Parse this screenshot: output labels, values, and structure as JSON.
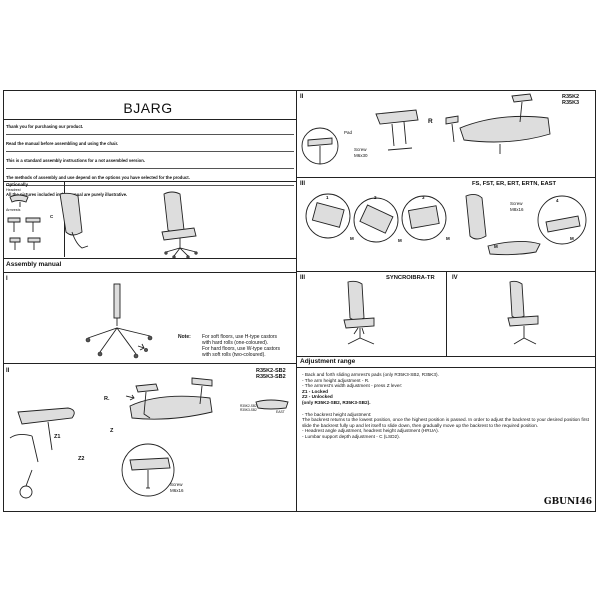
{
  "title": "BJARG",
  "intro": [
    "Thank you for purchasing our product.",
    "Read the manual before assembling and using the chair.",
    "This is a standard assembly instructions for a not assembled version.",
    "The methods of assembly and use depend on the options you have selected for the product.",
    "All the pictures included in the manual are purely illustrative."
  ],
  "optionally": {
    "label": "Optionally",
    "headrest": "Headrest",
    "armrests": "Armrests",
    "c_mark": "C"
  },
  "assembly_manual": "Assembly manual",
  "step1": {
    "roman": "I",
    "note_label": "Note:",
    "note_lines": [
      "For soft floors, use H-type castors",
      "with hard rolls (one-coloured).",
      "For hard floors, use W-type castors",
      "with soft rolls (two-coloured)."
    ]
  },
  "step2_left": {
    "roman": "II",
    "models": [
      "R35K2-SB2",
      "R35K3-SB2"
    ],
    "r_mark": "R.",
    "z1": "Z1",
    "z2": "Z2",
    "z": "Z",
    "screw": "Screw",
    "screw_size": "M6x16",
    "east": "EAST",
    "small_models": [
      "R35K2-SB2",
      "R35K3-SB2"
    ]
  },
  "step2_right": {
    "roman": "II",
    "models": [
      "R35K2",
      "R35K3"
    ],
    "r_mark": "R",
    "pad": "Pad",
    "screw": "Screw",
    "screw_size": "M6x30"
  },
  "step3a": {
    "roman": "III",
    "models": "FS, FST, ER, ERT, ERTN, EAST",
    "steps": [
      "1",
      "2",
      "3",
      "4"
    ],
    "m_mark": "M",
    "screw": "Screw",
    "screw_size": "M8x16"
  },
  "step3b": {
    "roman": "III",
    "models": "SYNCROIBRA-TR"
  },
  "step4": {
    "roman": "IV"
  },
  "adjustment": {
    "heading": "Adjustment range",
    "lines": [
      "- Back and forth sliding armrest's pads (only R35K3-SB2, R35K3).",
      "- The arm height adjustment - R.",
      "- The armrest's width adjustment - press Z lever:",
      "Z1 - Locked",
      "Z2 - Unlocked",
      "(only R35K2-SB2, R35K3-SB2).",
      "",
      "- The backrest height adjustment:",
      "The backrest returns to the lowest position, once the highest position is passed. In order to adjust the backrest to your desired position first slide the backrest fully up and let itself to slide down, then gradually move up the backrest to the required position.",
      "- Headrest angle adjustment, headrest height adjustment (HRUA).",
      "- Lumbar support depth adjustment - C (LSD2)."
    ]
  },
  "doc_code": "GBUNI46"
}
